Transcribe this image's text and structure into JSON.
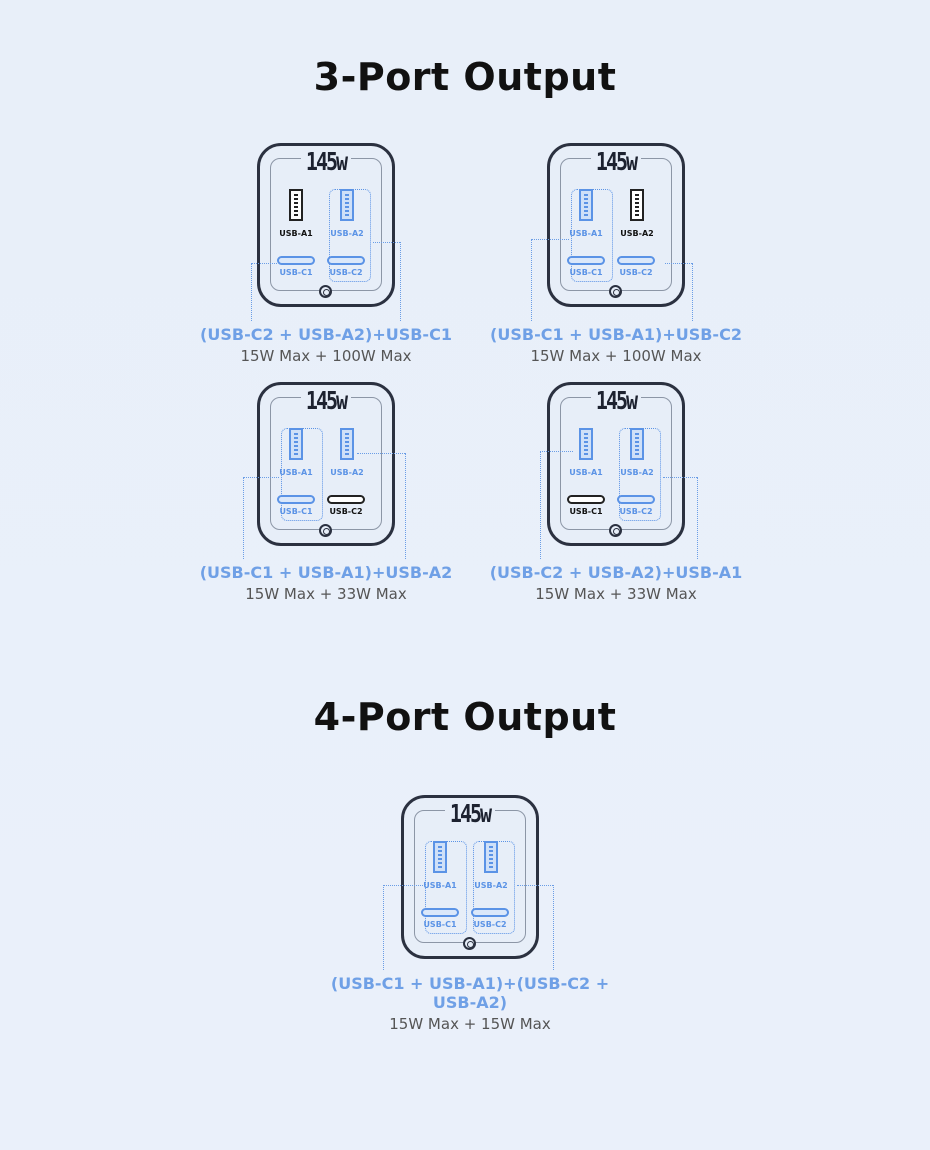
{
  "titles": {
    "three_port": "3-Port Output",
    "four_port": "4-Port Output"
  },
  "colors": {
    "accent": "#5b93e6",
    "caption": "#6fa0e6",
    "outline": "#2b3140"
  },
  "chargers": [
    {
      "watt": "145w",
      "ports": {
        "A1": "USB-A1",
        "A2": "USB-A2",
        "C1": "USB-C1",
        "C2": "USB-C2"
      },
      "highlight": [
        "A2",
        "C2",
        "C1"
      ],
      "groups": [
        "right"
      ],
      "caption": "(USB-C2 + USB-A2)+USB-C1",
      "power": "15W Max + 100W Max"
    },
    {
      "watt": "145w",
      "ports": {
        "A1": "USB-A1",
        "A2": "USB-A2",
        "C1": "USB-C1",
        "C2": "USB-C2"
      },
      "highlight": [
        "A1",
        "C1",
        "C2"
      ],
      "groups": [
        "left"
      ],
      "caption": "(USB-C1 + USB-A1)+USB-C2",
      "power": "15W Max + 100W Max"
    },
    {
      "watt": "145w",
      "ports": {
        "A1": "USB-A1",
        "A2": "USB-A2",
        "C1": "USB-C1",
        "C2": "USB-C2"
      },
      "highlight": [
        "A1",
        "C1",
        "A2"
      ],
      "groups": [
        "left"
      ],
      "caption": "(USB-C1 + USB-A1)+USB-A2",
      "power": "15W Max + 33W Max"
    },
    {
      "watt": "145w",
      "ports": {
        "A1": "USB-A1",
        "A2": "USB-A2",
        "C1": "USB-C1",
        "C2": "USB-C2"
      },
      "highlight": [
        "A2",
        "C2",
        "A1"
      ],
      "groups": [
        "right"
      ],
      "caption": "(USB-C2 + USB-A2)+USB-A1",
      "power": "15W Max + 33W Max"
    },
    {
      "watt": "145w",
      "ports": {
        "A1": "USB-A1",
        "A2": "USB-A2",
        "C1": "USB-C1",
        "C2": "USB-C2"
      },
      "highlight": [
        "A1",
        "C1",
        "A2",
        "C2"
      ],
      "groups": [
        "left",
        "right"
      ],
      "caption": "(USB-C1 + USB-A1)+(USB-C2 + USB-A2)",
      "power": "15W Max + 15W Max"
    }
  ]
}
